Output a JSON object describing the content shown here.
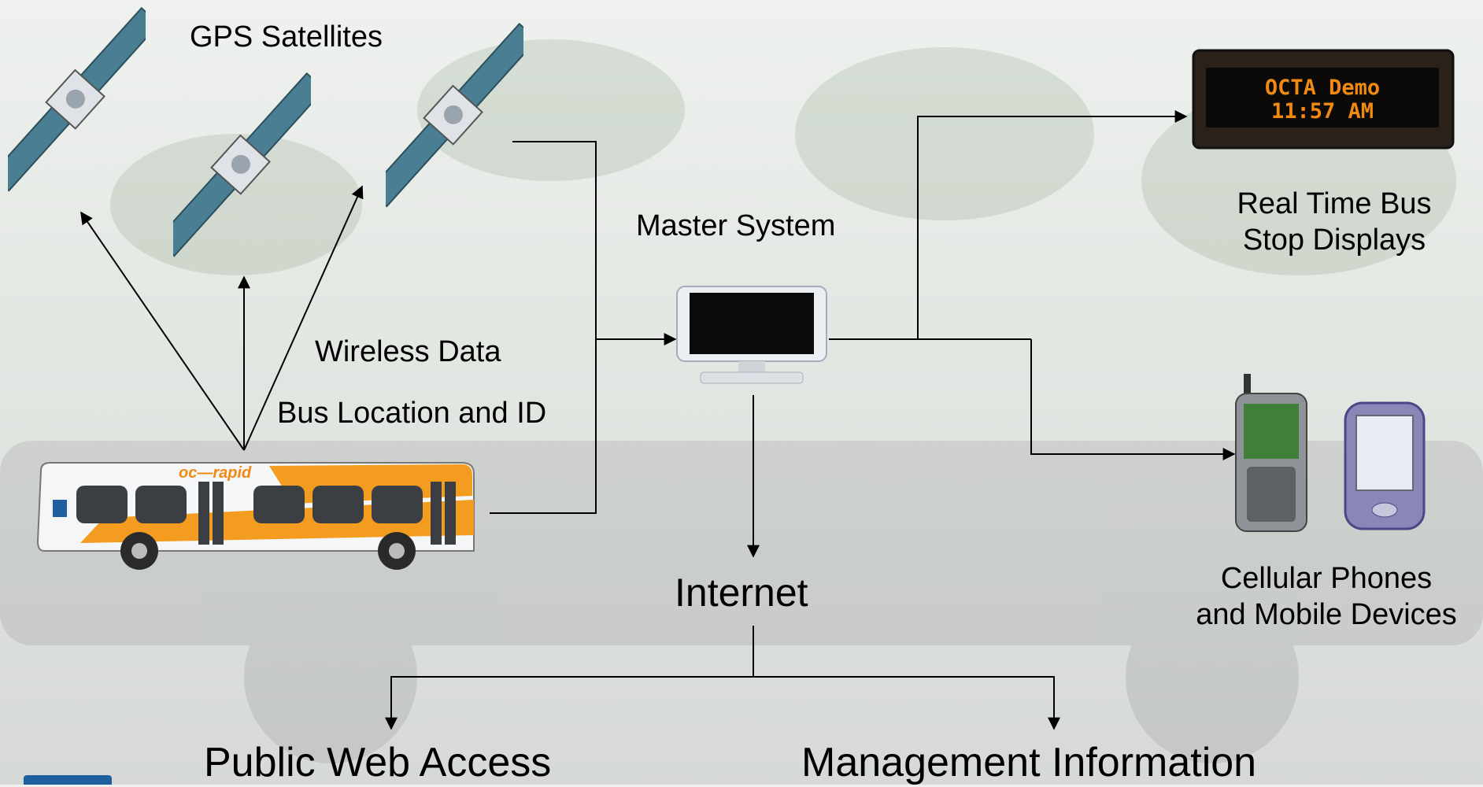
{
  "labels": {
    "gps_satellites": "GPS Satellites",
    "master_system": "Master System",
    "wireless_data": "Wireless Data",
    "bus_location": "Bus Location and ID",
    "real_time_line1": "Real Time Bus",
    "real_time_line2": "Stop Displays",
    "cellular_line1": "Cellular Phones",
    "cellular_line2": "and Mobile Devices",
    "internet": "Internet",
    "public_web": "Public Web Access",
    "management": "Management Information"
  },
  "display_sign": {
    "line1": "OCTA Demo",
    "line2": "11:57 AM"
  },
  "bus": {
    "livery_text": "oc—rapid"
  },
  "colors": {
    "arrow": "#000000",
    "lcd_text": "#f08a12",
    "bus_orange": "#f39c1f"
  }
}
